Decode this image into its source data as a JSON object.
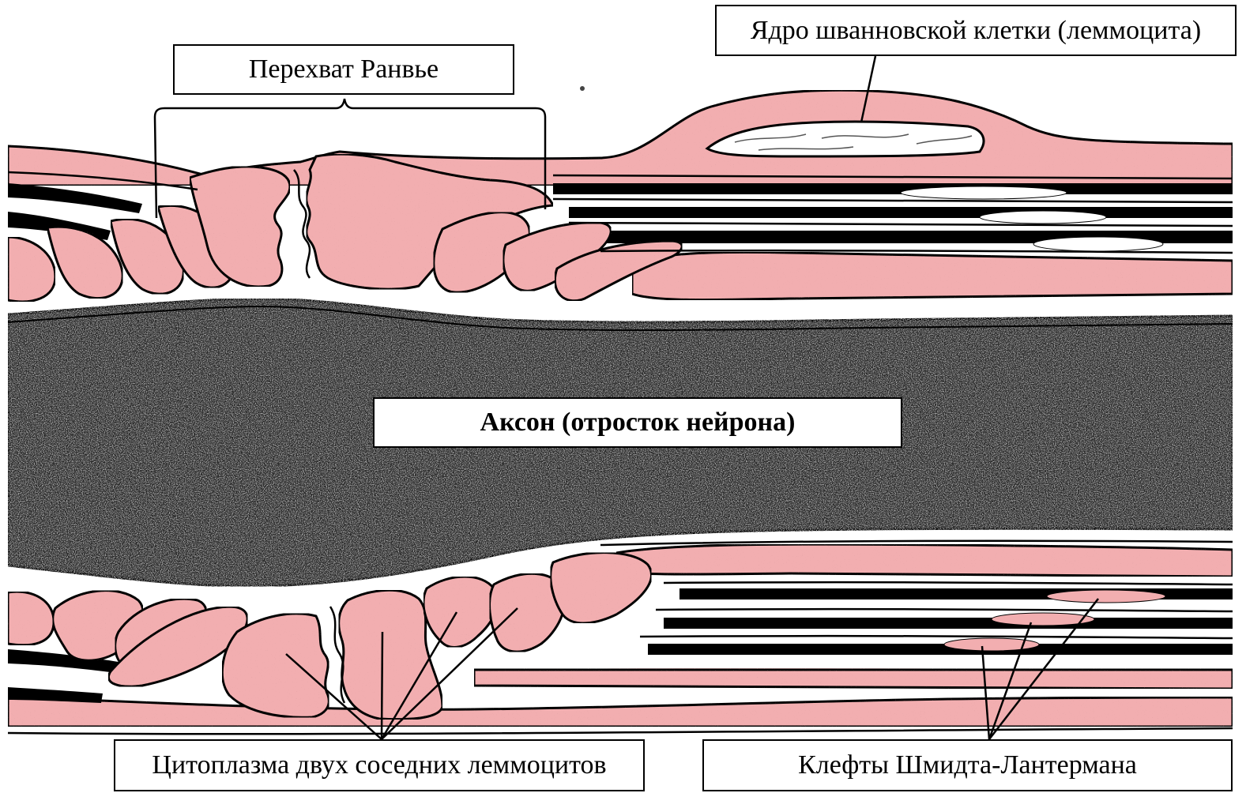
{
  "labels": {
    "ranvier_node": "Перехват Ранвье",
    "schwann_nucleus": "Ядро шванновской клетки (леммоцита)",
    "axon": "Аксон (отросток нейрона)",
    "cytoplasm": "Цитоплазма двух соседних леммоцитов",
    "clefts": "Клефты Шмидта-Лантермана"
  },
  "colors": {
    "myelin_pink": "#f2aeb0",
    "axon_dark": "#2b2b2b",
    "line": "#000000",
    "background": "#ffffff"
  }
}
